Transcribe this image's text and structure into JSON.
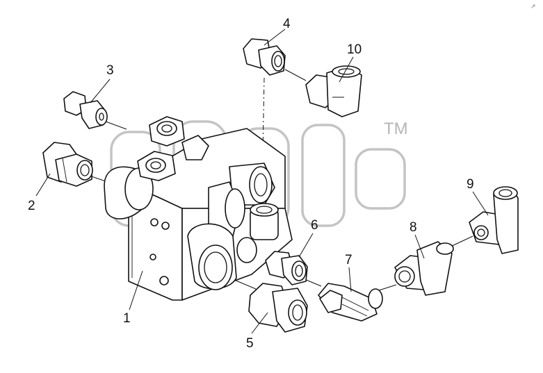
{
  "diagram": {
    "part_labels": [
      "1",
      "2",
      "3",
      "4",
      "5",
      "6",
      "7",
      "8",
      "9",
      "10"
    ],
    "watermark_text": "TM",
    "corner_mark": "↗"
  },
  "colors": {
    "line": "#111111",
    "watermark": "#c4c4c4",
    "background": "#ffffff"
  }
}
